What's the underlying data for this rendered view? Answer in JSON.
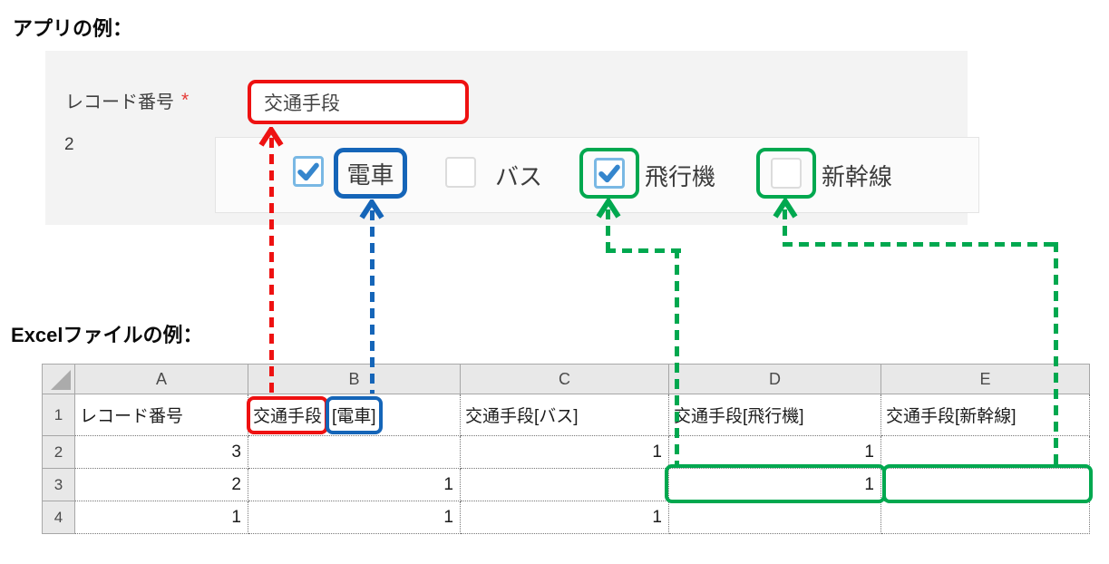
{
  "sections": {
    "app_title": "アプリの例：",
    "excel_title": "Excelファイルの例："
  },
  "app": {
    "field_label": "レコード番号",
    "required_mark": "*",
    "field_value": "交通手段",
    "record_number": "2",
    "checkboxes": [
      {
        "label": "電車",
        "checked": true,
        "highlight": "blue-box-around-label"
      },
      {
        "label": "バス",
        "checked": false,
        "highlight": "none"
      },
      {
        "label": "飛行機",
        "checked": true,
        "highlight": "green-box-around-checkbox"
      },
      {
        "label": "新幹線",
        "checked": false,
        "highlight": "green-box-around-checkbox"
      }
    ]
  },
  "excel": {
    "column_headers": [
      "A",
      "B",
      "C",
      "D",
      "E"
    ],
    "row_headers": [
      "1",
      "2",
      "3",
      "4"
    ],
    "rows": [
      [
        "レコード番号",
        "交通手段[電車]",
        "交通手段[バス]",
        "交通手段[飛行機]",
        "交通手段[新幹線]"
      ],
      [
        "3",
        "",
        "1",
        "1",
        ""
      ],
      [
        "2",
        "1",
        "",
        "1",
        ""
      ],
      [
        "1",
        "1",
        "1",
        "",
        ""
      ]
    ],
    "b1_parts": {
      "red_boxed": "交通手段",
      "blue_boxed": "[電車]"
    },
    "highlighted_cells": [
      "D3",
      "E3"
    ]
  },
  "colors": {
    "red": "#ee1111",
    "blue": "#1565b8",
    "green": "#00a84f",
    "check_blue": "#3586cd",
    "checkbox_border": "#79b8e4"
  }
}
